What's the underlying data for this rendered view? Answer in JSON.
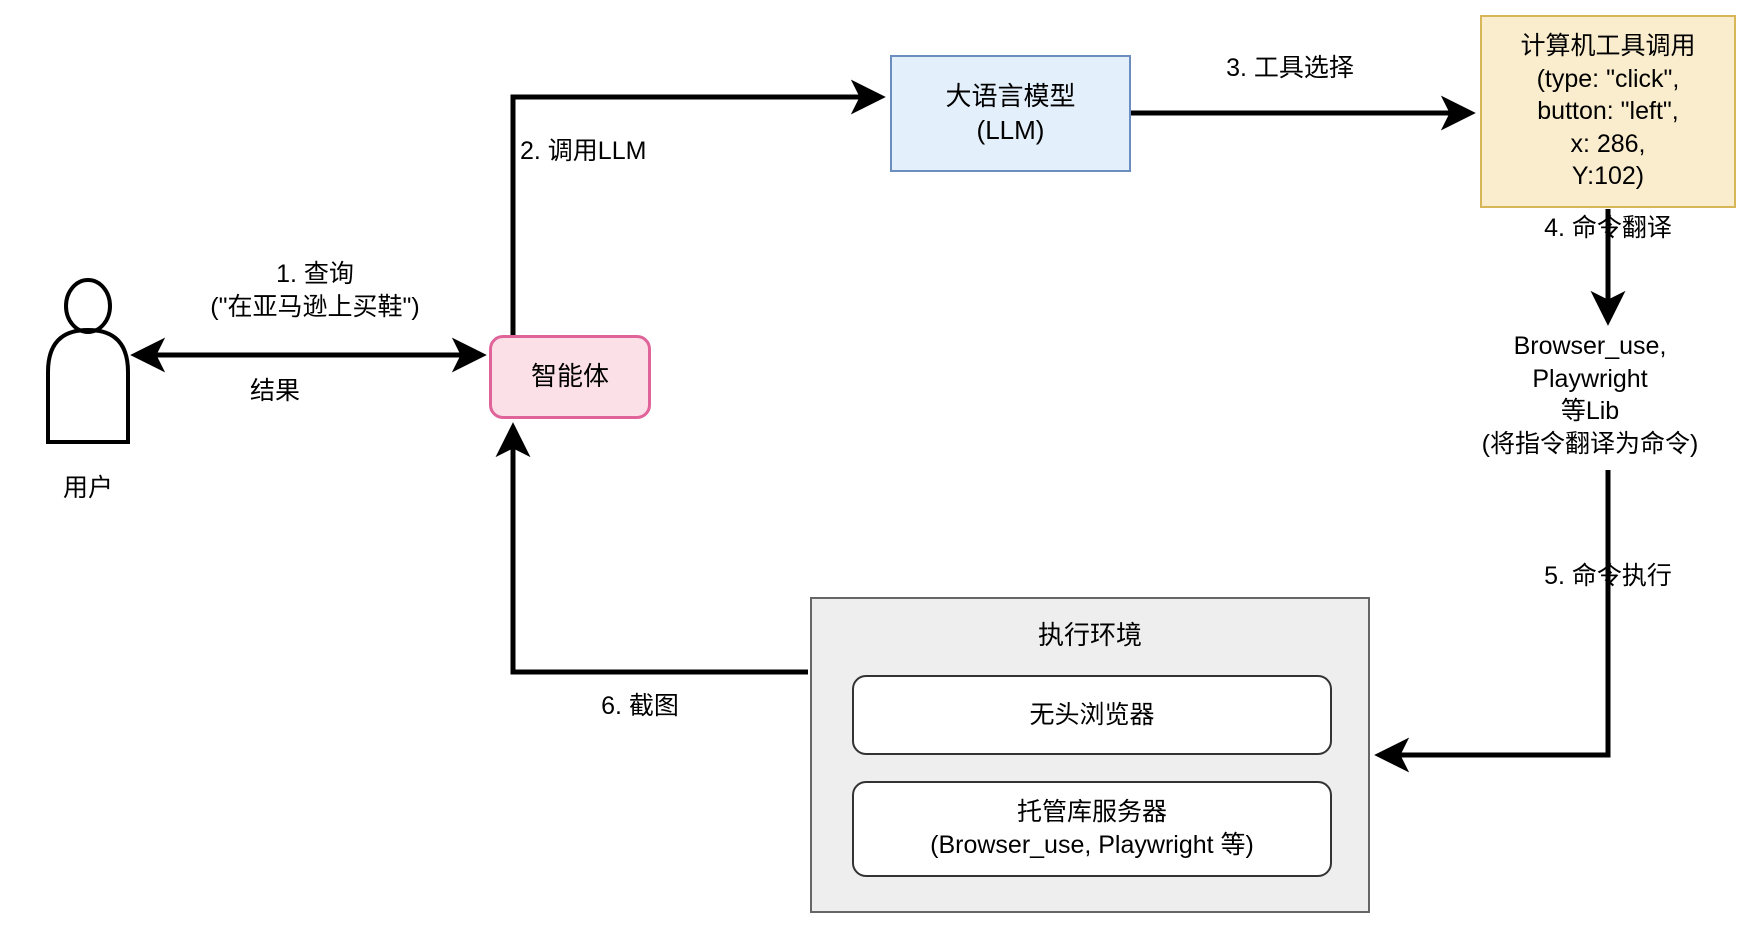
{
  "diagram": {
    "title": "Computer-Use Agent Architecture Flow",
    "colors": {
      "llm_fill": "#e3effb",
      "llm_stroke": "#6c8ebf",
      "tool_fill": "#faedcd",
      "tool_stroke": "#d6b656",
      "agent_fill": "#fbe0e8",
      "agent_stroke": "#e0649a",
      "env_fill": "#eeeeee",
      "env_stroke": "#666666",
      "sub_fill": "#ffffff",
      "sub_stroke": "#333333",
      "edge": "#000000",
      "background": "#ffffff"
    },
    "actor": {
      "icon": "user-person-icon",
      "label": "用户"
    },
    "nodes": {
      "agent": {
        "label": "智能体"
      },
      "llm": {
        "label": "大语言模型\n(LLM)"
      },
      "tool_call": {
        "label": "计算机工具调用\n(type: \"click\",\nbutton: \"left\",\nx: 286,\nY:102)"
      },
      "lib": {
        "label": "Browser_use,\nPlaywright\n等Lib\n(将指令翻译为命令)"
      },
      "environment": {
        "title": "执行环境",
        "browser": {
          "label": "无头浏览器"
        },
        "mcp_server": {
          "label": "托管库服务器\n(Browser_use, Playwright 等)"
        }
      }
    },
    "edges": {
      "query": "1. 查询\n(\"在亚马逊上买鞋\")",
      "result": "结果",
      "call_llm": "2. 调用LLM",
      "tool_select": "3. 工具选择",
      "command_translate": "4. 命令翻译",
      "command_execute": "5. 命令执行",
      "screenshot": "6. 截图"
    }
  }
}
